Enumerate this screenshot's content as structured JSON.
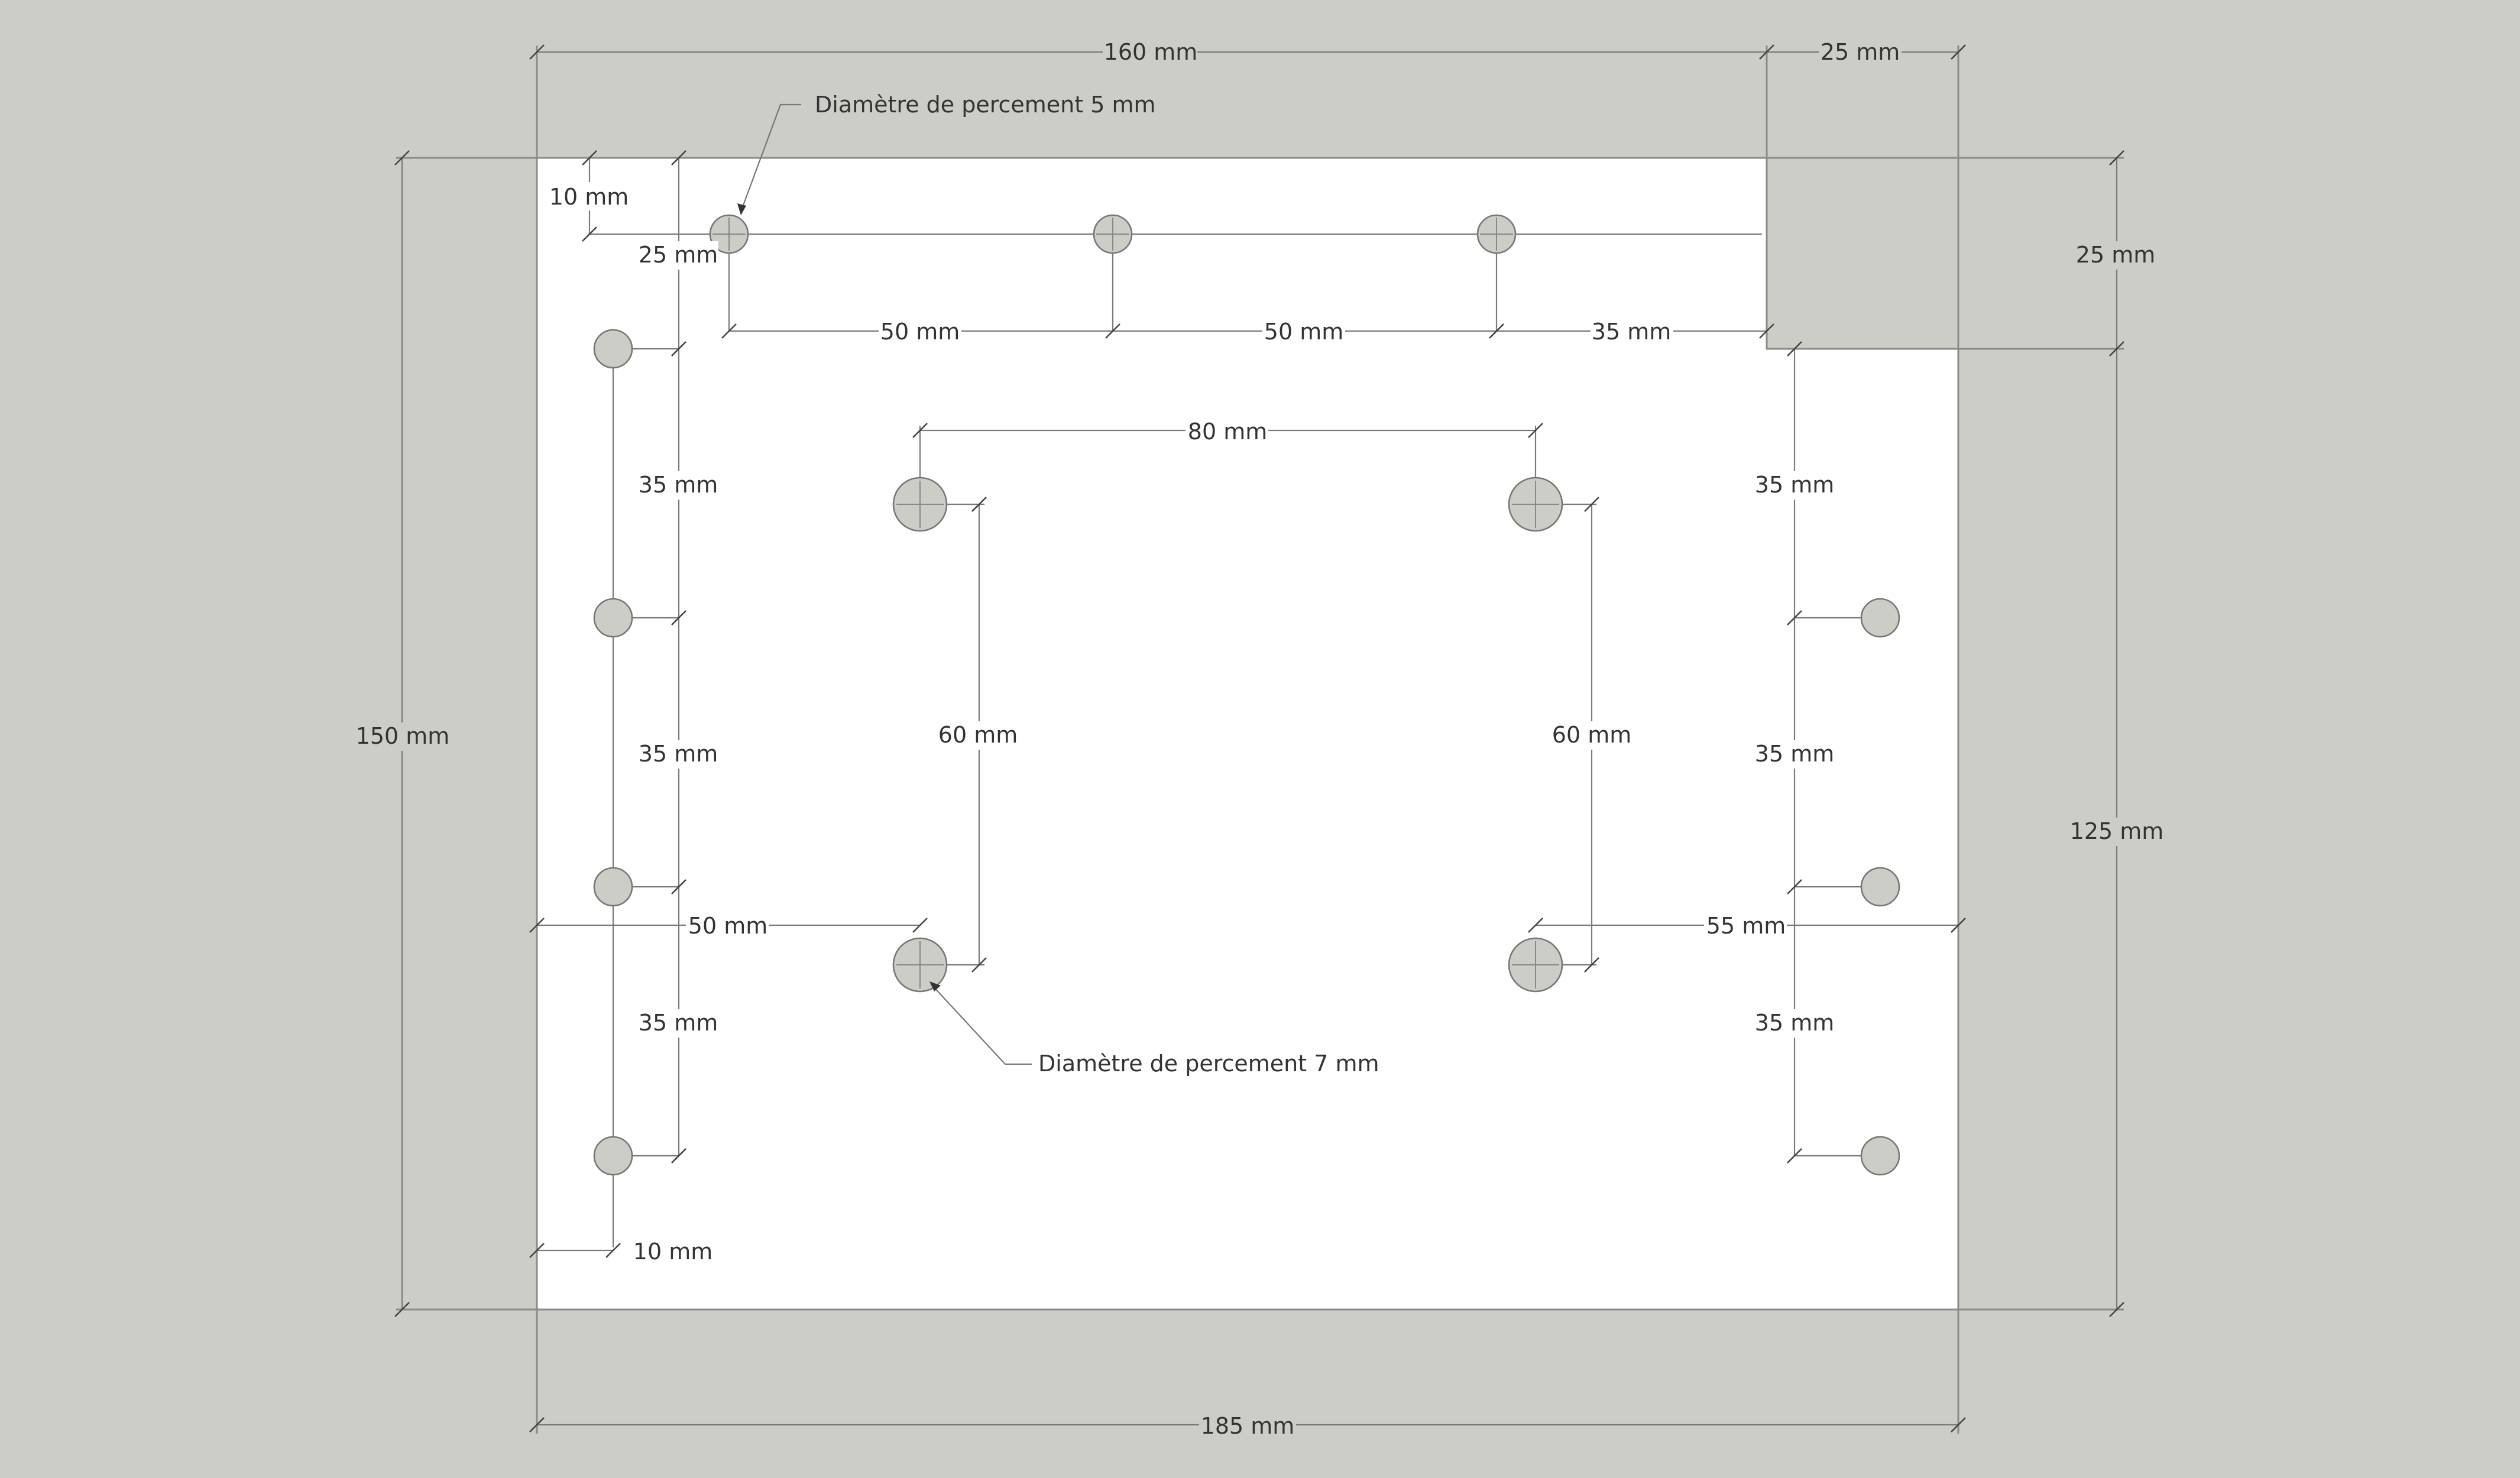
{
  "colors": {
    "background": "#cccdc7",
    "plate": "#ffffff",
    "notch": "#cccdc7",
    "hole_fill": "#cccdc7",
    "line": "#7a7a7a",
    "text": "#333333"
  },
  "dimensions": {
    "top_width": "160 mm",
    "notch_width": "25 mm",
    "notch_height": "25 mm",
    "left_height": "150 mm",
    "right_height": "125 mm",
    "bottom_width": "185 mm",
    "top_hole_offset_y": "10 mm",
    "left_column_first_offset": "25 mm",
    "top_spacing_1": "50 mm",
    "top_spacing_2": "50 mm",
    "top_spacing_3": "35 mm",
    "large_holes_spacing_x": "80 mm",
    "left_pair_spacing_y": "60 mm",
    "right_pair_spacing_y": "60 mm",
    "left_column_spacing_1": "35 mm",
    "left_column_spacing_2": "35 mm",
    "left_column_spacing_3": "35 mm",
    "right_column_spacing_1": "35 mm",
    "right_column_spacing_2": "35 mm",
    "right_column_spacing_3": "35 mm",
    "left_large_offset_x": "50 mm",
    "right_large_offset_x": "55 mm",
    "left_column_offset_x": "10 mm"
  },
  "notes": {
    "small_hole": "Diamètre de percement 5 mm",
    "large_hole": "Diamètre de percement 7 mm"
  }
}
